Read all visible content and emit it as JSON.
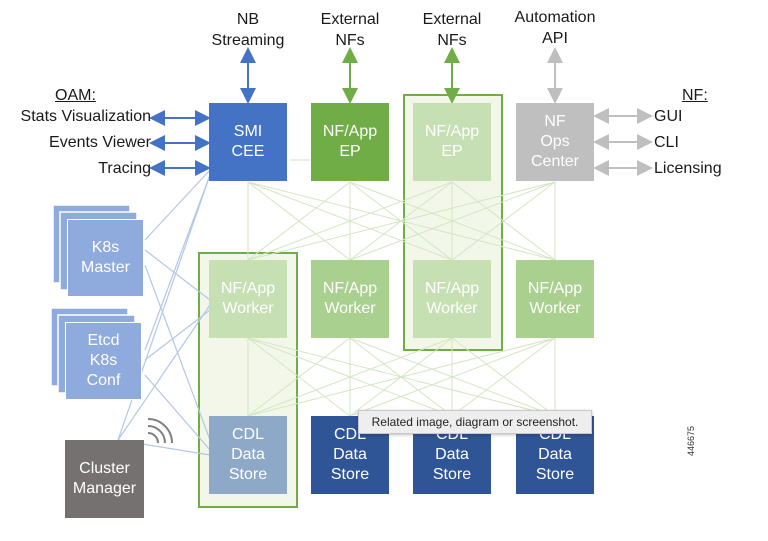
{
  "colors": {
    "smi_blue": "#4472c4",
    "green_dark": "#70ad47",
    "green_mid": "#a9d08e",
    "green_faded": "#c6e0b4",
    "grey": "#bfbfbf",
    "k8s_blue": "#8faadc",
    "cdl_faded": "#8ea9c8",
    "cdl_dark": "#2f5597",
    "cluster_grey": "#767171",
    "highlight_border": "#70ad47",
    "highlight_fill": "#f3f7ea"
  },
  "top_labels": {
    "nb_streaming": [
      "NB",
      "Streaming"
    ],
    "external_nfs_1": [
      "External",
      "NFs"
    ],
    "external_nfs_2": [
      "External",
      "NFs"
    ],
    "automation_api": [
      "Automation",
      "API"
    ]
  },
  "oam": {
    "heading": "OAM:",
    "items": [
      "Stats Visualization",
      "Events Viewer",
      "Tracing"
    ]
  },
  "nf": {
    "heading": "NF:",
    "items": [
      "GUI",
      "CLI",
      "Licensing"
    ]
  },
  "nodes": {
    "smi_cee": [
      "SMI",
      "CEE"
    ],
    "nf_app_ep_1": [
      "NF/App",
      "EP"
    ],
    "nf_app_ep_2": [
      "NF/App",
      "EP"
    ],
    "nf_ops_center": [
      "NF",
      "Ops",
      "Center"
    ],
    "k8s_master": [
      "K8s",
      "Master"
    ],
    "etcd_k8s_conf": [
      "Etcd",
      "K8s",
      "Conf"
    ],
    "worker_1": [
      "NF/App",
      "Worker"
    ],
    "worker_2": [
      "NF/App",
      "Worker"
    ],
    "worker_3": [
      "NF/App",
      "Worker"
    ],
    "worker_4": [
      "NF/App",
      "Worker"
    ],
    "cdl_1": [
      "CDL",
      "Data",
      "Store"
    ],
    "cdl_2": [
      "CDL",
      "Data",
      "Store"
    ],
    "cdl_3": [
      "CDL",
      "Data",
      "Store"
    ],
    "cdl_4": [
      "CDL",
      "Data",
      "Store"
    ],
    "cluster_manager": [
      "Cluster",
      "Manager"
    ]
  },
  "tooltip": "Related image, diagram or screenshot.",
  "figure_id": "446675"
}
